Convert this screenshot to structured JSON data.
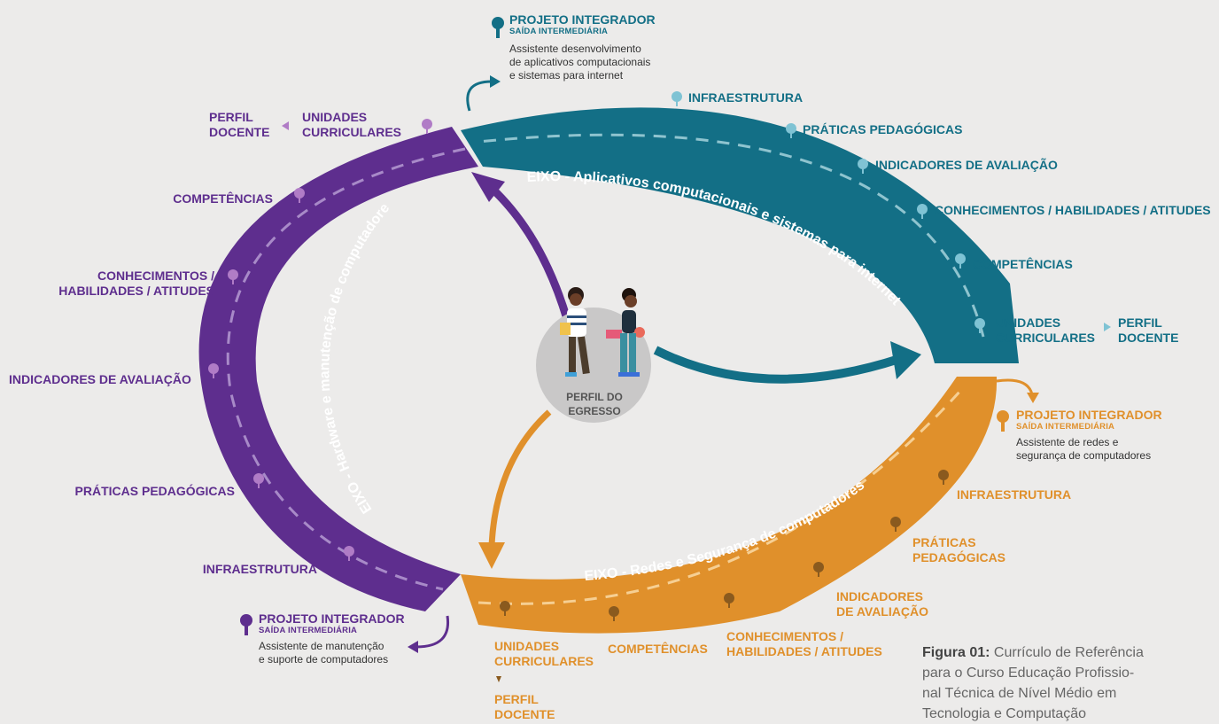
{
  "colors": {
    "purple": "#5e2e8e",
    "teal": "#136f86",
    "orange": "#e0902b",
    "center_circle": "#c9c8c8",
    "background": "#ecebea"
  },
  "center": {
    "label": "PERFIL DO\nEGRESSO"
  },
  "teal_axis": {
    "title": "EIXO - Aplicativos computacionais e sistemas para internet",
    "items": [
      "INFRAESTRUTURA",
      "PRÁTICAS PEDAGÓGICAS",
      "INDICADORES DE AVALIAÇÃO",
      "CONHECIMENTOS / HABILIDADES / ATITUDES",
      "COMPETÊNCIAS"
    ],
    "unidades": "UNIDADES\nCURRICULARES",
    "perfil": "PERFIL\nDOCENTE",
    "projeto": {
      "title": "PROJETO INTEGRADOR",
      "subtitle": "SAÍDA INTERMEDIÁRIA",
      "desc": "Assistente desenvolvimento\nde aplicativos computacionais\ne sistemas para internet"
    }
  },
  "purple_axis": {
    "title": "EIXO - Hardware e manutenção de computadores",
    "perfil": "PERFIL\nDOCENTE",
    "unidades": "UNIDADES\nCURRICULARES",
    "competencias": "COMPETÊNCIAS",
    "conhecimentos": "CONHECIMENTOS /\nHABILIDADES / ATITUDES",
    "indicadores": "INDICADORES DE AVALIAÇÃO",
    "praticas": "PRÁTICAS PEDAGÓGICAS",
    "infraestrutura": "INFRAESTRUTURA",
    "projeto": {
      "title": "PROJETO INTEGRADOR",
      "subtitle": "SAÍDA INTERMEDIÁRIA",
      "desc": "Assistente de manutenção\ne suporte de computadores"
    }
  },
  "orange_axis": {
    "title": "EIXO - Redes e Segurança de computadores",
    "unidades": "UNIDADES\nCURRICULARES",
    "perfil": "PERFIL\nDOCENTE",
    "competencias": "COMPETÊNCIAS",
    "conhecimentos": "CONHECIMENTOS /\nHABILIDADES / ATITUDES",
    "indicadores": "INDICADORES\nDE AVALIAÇÃO",
    "praticas": "PRÁTICAS\nPEDAGÓGICAS",
    "infraestrutura": "INFRAESTRUTURA",
    "projeto": {
      "title": "PROJETO INTEGRADOR",
      "subtitle": "SAÍDA INTERMEDIÁRIA",
      "desc": "Assistente de redes e\nsegurança de computadores"
    }
  },
  "caption": {
    "bold": "Figura 01:",
    "text": " Currículo de Referência\npara o Curso Educação Profissio-\nnal Técnica de Nível Médio em\nTecnologia e Computação"
  },
  "icons": [
    "location-pin-icon",
    "curved-arrow-icon",
    "triangle-pointer-icon",
    "students-illustration"
  ]
}
